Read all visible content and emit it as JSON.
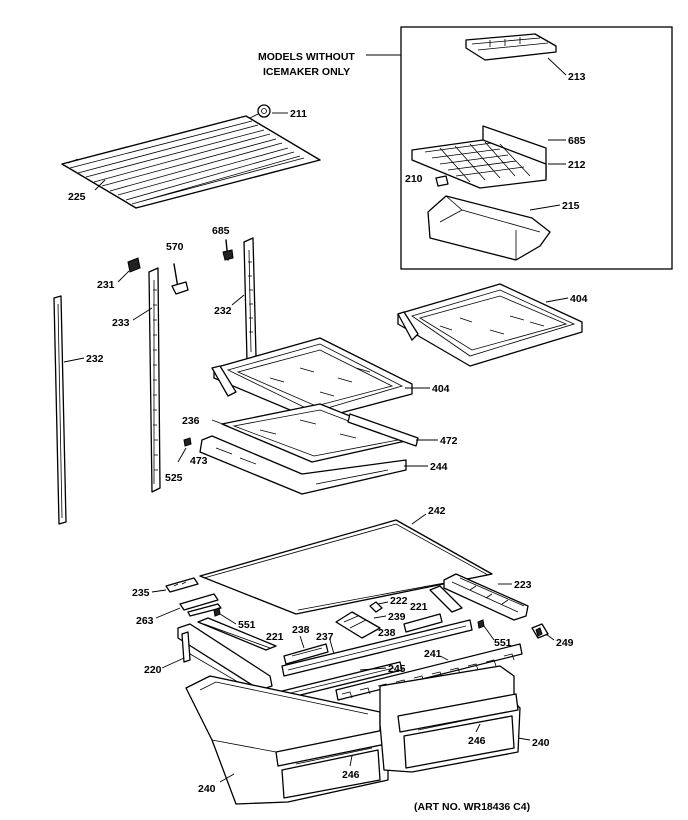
{
  "note_header": {
    "line1": "MODELS WITHOUT",
    "line2": "ICEMAKER ONLY"
  },
  "art_number": "(ART NO. WR18436 C4)",
  "labels": {
    "p211": "211",
    "p225": "225",
    "p213": "213",
    "p685a": "685",
    "p212": "212",
    "p210": "210",
    "p215": "215",
    "p570": "570",
    "p685b": "685",
    "p231": "231",
    "p233": "233",
    "p232a": "232",
    "p232b": "232",
    "p404a": "404",
    "p404b": "404",
    "p236": "236",
    "p472": "472",
    "p473": "473",
    "p525": "525",
    "p244": "244",
    "p242": "242",
    "p235": "235",
    "p223": "223",
    "p263": "263",
    "p222": "222",
    "p221a": "221",
    "p239": "239",
    "p551a": "551",
    "p221b": "221",
    "p238a": "238",
    "p237": "237",
    "p238b": "238",
    "p551b": "551",
    "p249": "249",
    "p241": "241",
    "p220": "220",
    "p245": "245",
    "p246a": "246",
    "p240a": "240",
    "p246b": "246",
    "p240b": "240"
  }
}
